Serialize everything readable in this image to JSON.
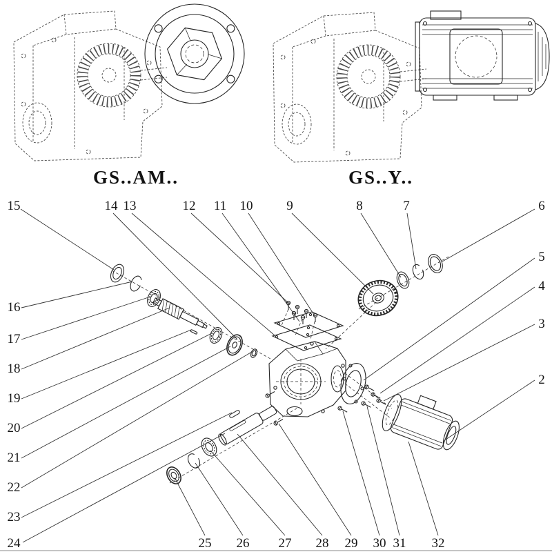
{
  "colors": {
    "ink": "#262626",
    "ghost_ink": "#4a4a4a",
    "background": "#ffffff"
  },
  "variants": [
    {
      "label": "GS..AM.."
    },
    {
      "label": "GS..Y.."
    }
  ],
  "callouts": [
    {
      "number": "2"
    },
    {
      "number": "3"
    },
    {
      "number": "4"
    },
    {
      "number": "5"
    },
    {
      "number": "6"
    },
    {
      "number": "7"
    },
    {
      "number": "8"
    },
    {
      "number": "9"
    },
    {
      "number": "10"
    },
    {
      "number": "11"
    },
    {
      "number": "12"
    },
    {
      "number": "13"
    },
    {
      "number": "14"
    },
    {
      "number": "15"
    },
    {
      "number": "16"
    },
    {
      "number": "17"
    },
    {
      "number": "18"
    },
    {
      "number": "19"
    },
    {
      "number": "20"
    },
    {
      "number": "21"
    },
    {
      "number": "22"
    },
    {
      "number": "23"
    },
    {
      "number": "24"
    },
    {
      "number": "25"
    },
    {
      "number": "26"
    },
    {
      "number": "27"
    },
    {
      "number": "28"
    },
    {
      "number": "29"
    },
    {
      "number": "30"
    },
    {
      "number": "31"
    },
    {
      "number": "32"
    }
  ]
}
